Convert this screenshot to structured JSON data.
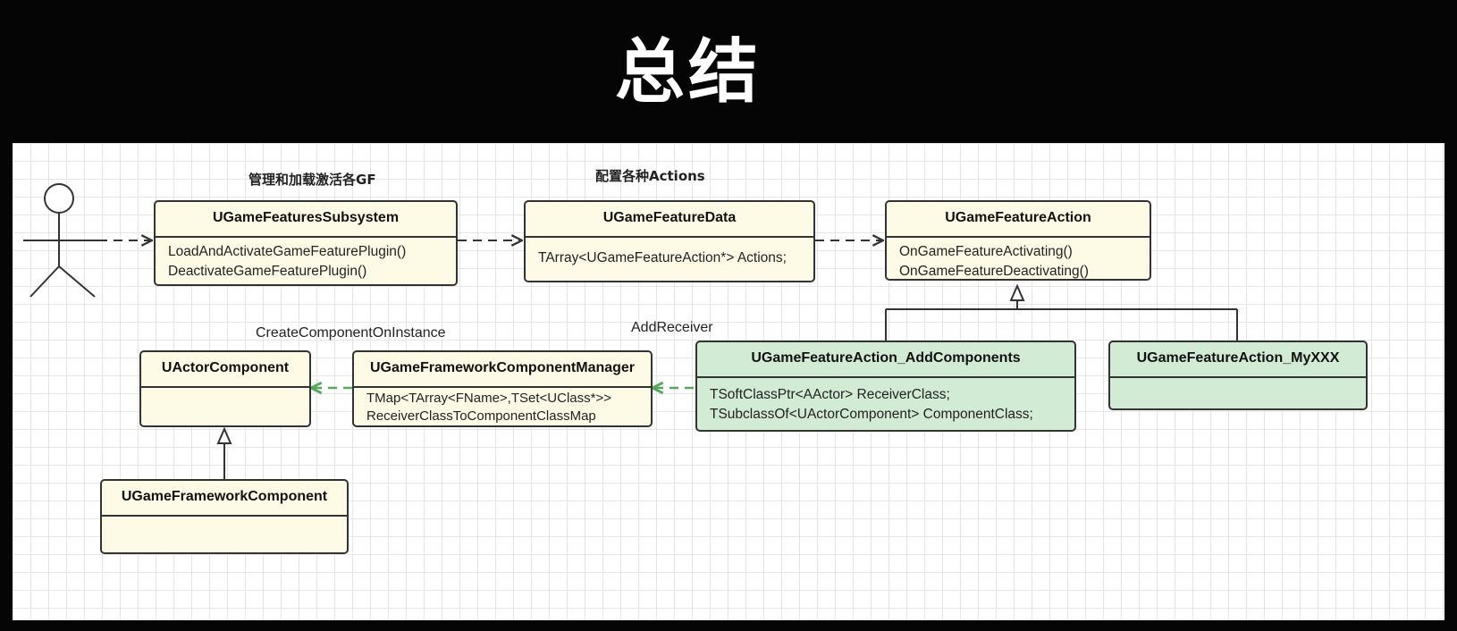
{
  "slide": {
    "title": "总结"
  },
  "labels": {
    "subsystem_note": "管理和加载激活各GF",
    "data_note": "配置各种Actions",
    "create_component": "CreateComponentOnInstance",
    "add_receiver": "AddReceiver"
  },
  "classes": {
    "subsystem": {
      "name": "UGameFeaturesSubsystem",
      "members": [
        "LoadAndActivateGameFeaturePlugin()",
        "DeactivateGameFeaturePlugin()"
      ]
    },
    "feature_data": {
      "name": "UGameFeatureData",
      "members": [
        "TArray<UGameFeatureAction*> Actions;"
      ]
    },
    "feature_action": {
      "name": "UGameFeatureAction",
      "members": [
        "OnGameFeatureActivating()",
        "OnGameFeatureDeactivating()"
      ]
    },
    "actor_component": {
      "name": "UActorComponent",
      "members": []
    },
    "component_manager": {
      "name": "UGameFrameworkComponentManager",
      "members": [
        "TMap<TArray<FName>,TSet<UClass*>>",
        "ReceiverClassToComponentClassMap"
      ]
    },
    "add_components": {
      "name": "UGameFeatureAction_AddComponents",
      "members": [
        "TSoftClassPtr<AActor> ReceiverClass;",
        "TSubclassOf<UActorComponent> ComponentClass;"
      ]
    },
    "my_xxx": {
      "name": "UGameFeatureAction_MyXXX",
      "members": []
    },
    "framework_component": {
      "name": "UGameFrameworkComponent",
      "members": []
    }
  },
  "colors": {
    "class_fill": "#fdfbe6",
    "action_fill": "#d2ebd4",
    "green_arrow": "#55a85a",
    "border": "#333333"
  }
}
